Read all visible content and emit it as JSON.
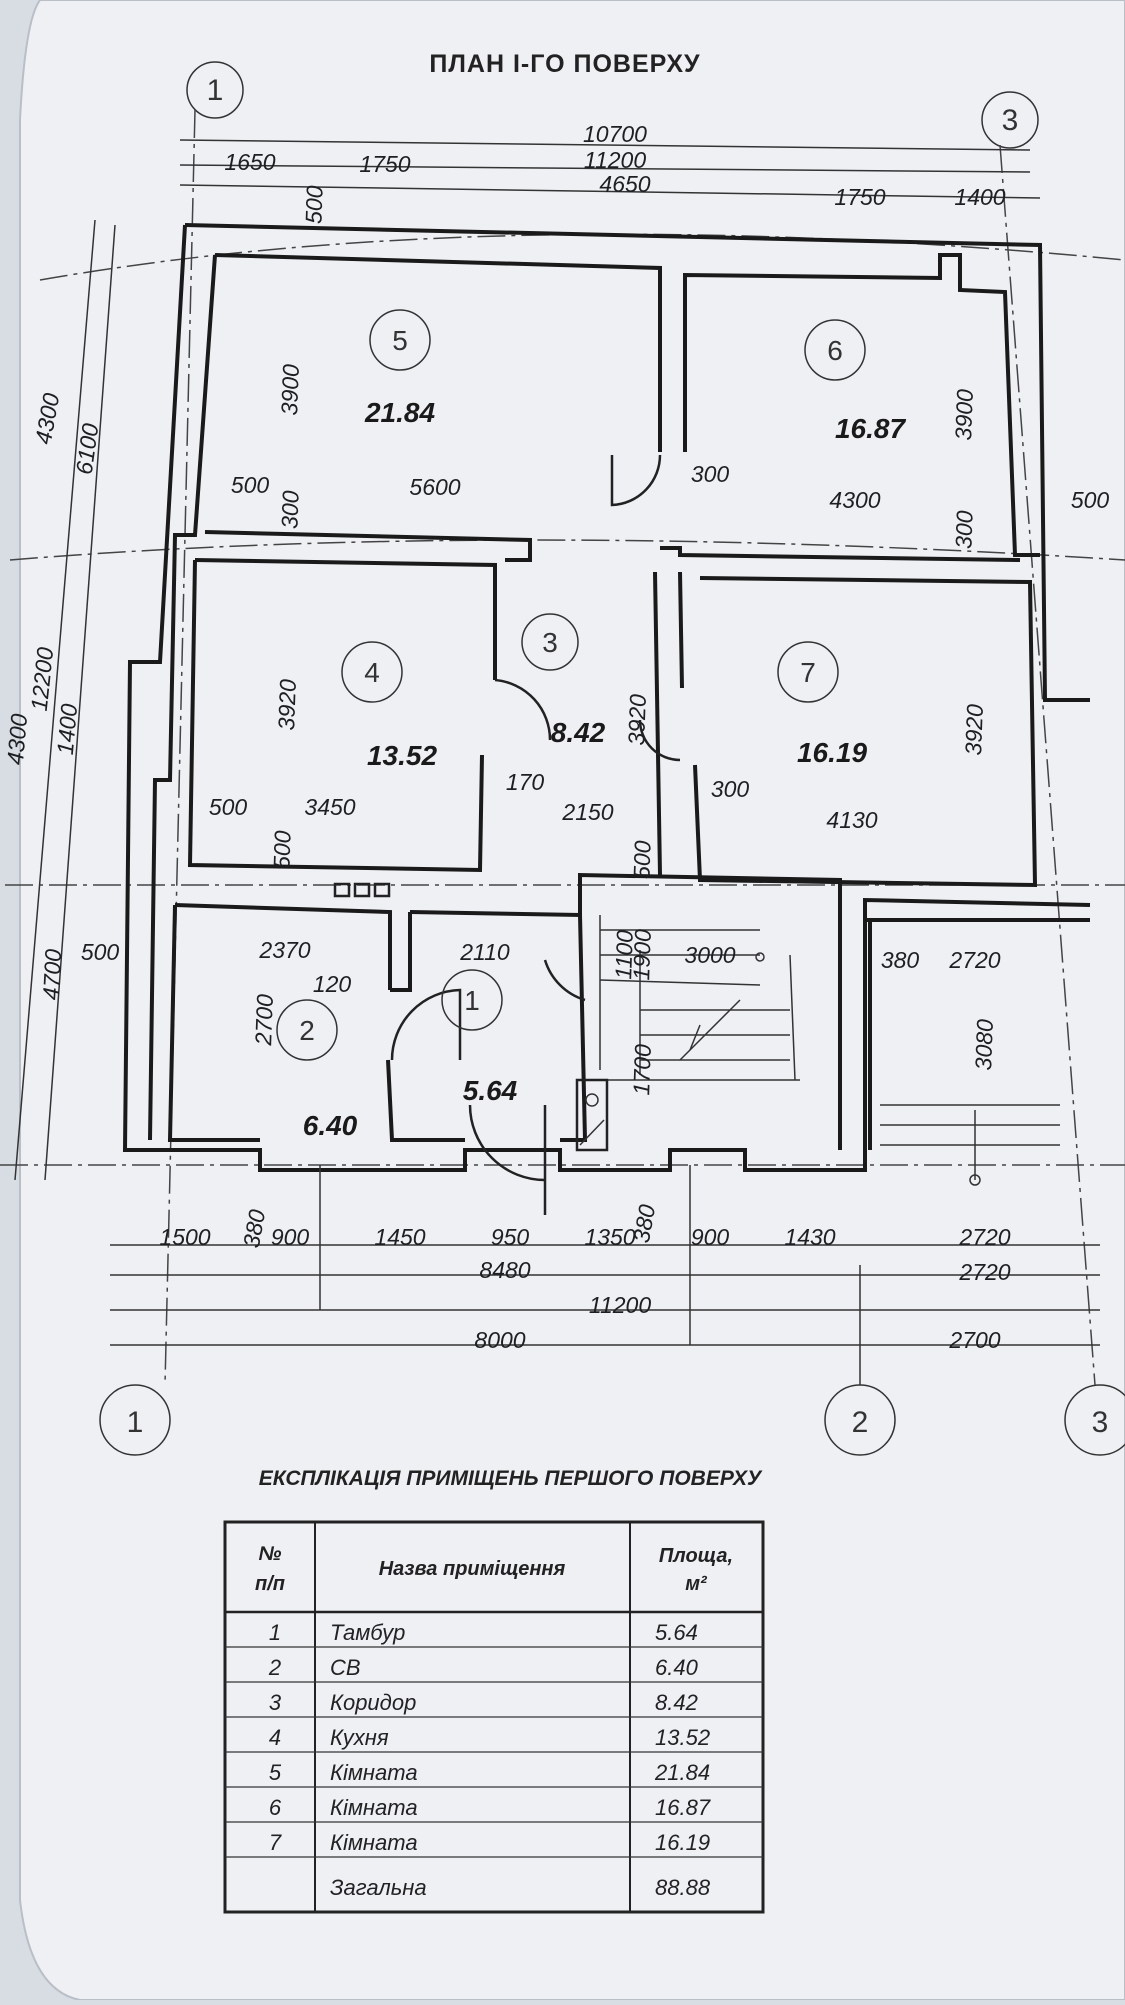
{
  "plan": {
    "title": "ПЛАН І-ГО ПОВЕРХУ",
    "axes": [
      "1",
      "2",
      "3"
    ],
    "rooms": [
      {
        "number": "1",
        "area": "5.64"
      },
      {
        "number": "2",
        "area": "6.40"
      },
      {
        "number": "3",
        "area": "8.42"
      },
      {
        "number": "4",
        "area": "13.52"
      },
      {
        "number": "5",
        "area": "21.84"
      },
      {
        "number": "6",
        "area": "16.87"
      },
      {
        "number": "7",
        "area": "16.19"
      }
    ],
    "dims_top": [
      "10700",
      "1650",
      "1750",
      "11200",
      "4650",
      "1750",
      "1400"
    ],
    "dims_left": [
      "4300",
      "6100",
      "12200",
      "4300",
      "1400",
      "4700",
      "500"
    ],
    "dims_inner": [
      "500",
      "3900",
      "500",
      "5600",
      "300",
      "300",
      "3900",
      "4300",
      "500",
      "300",
      "3920",
      "500",
      "3450",
      "170",
      "2150",
      "3920",
      "300",
      "4130",
      "3920",
      "500",
      "500",
      "2370",
      "120",
      "2110",
      "3000",
      "380",
      "2720",
      "2700",
      "3080",
      "1700",
      "1900",
      "1100"
    ],
    "dims_bottom_row": [
      "1500",
      "380",
      "900",
      "1450",
      "950",
      "1350",
      "380",
      "900",
      "1430",
      "2720"
    ],
    "dims_bottom": [
      "8480",
      "2720",
      "11200",
      "8000",
      "2700"
    ]
  },
  "table": {
    "title": "ЕКСПЛІКАЦІЯ ПРИМІЩЕНЬ ПЕРШОГО ПОВЕРХУ",
    "headers": [
      "№ п/п",
      "Назва приміщення",
      "Площа, м²"
    ],
    "rows": [
      [
        "1",
        "Тамбур",
        "5.64"
      ],
      [
        "2",
        "СВ",
        "6.40"
      ],
      [
        "3",
        "Коридор",
        "8.42"
      ],
      [
        "4",
        "Кухня",
        "13.52"
      ],
      [
        "5",
        "Кімната",
        "21.84"
      ],
      [
        "6",
        "Кімната",
        "16.87"
      ],
      [
        "7",
        "Кімната",
        "16.19"
      ]
    ],
    "total": [
      "",
      "Загальна",
      "88.88"
    ]
  }
}
